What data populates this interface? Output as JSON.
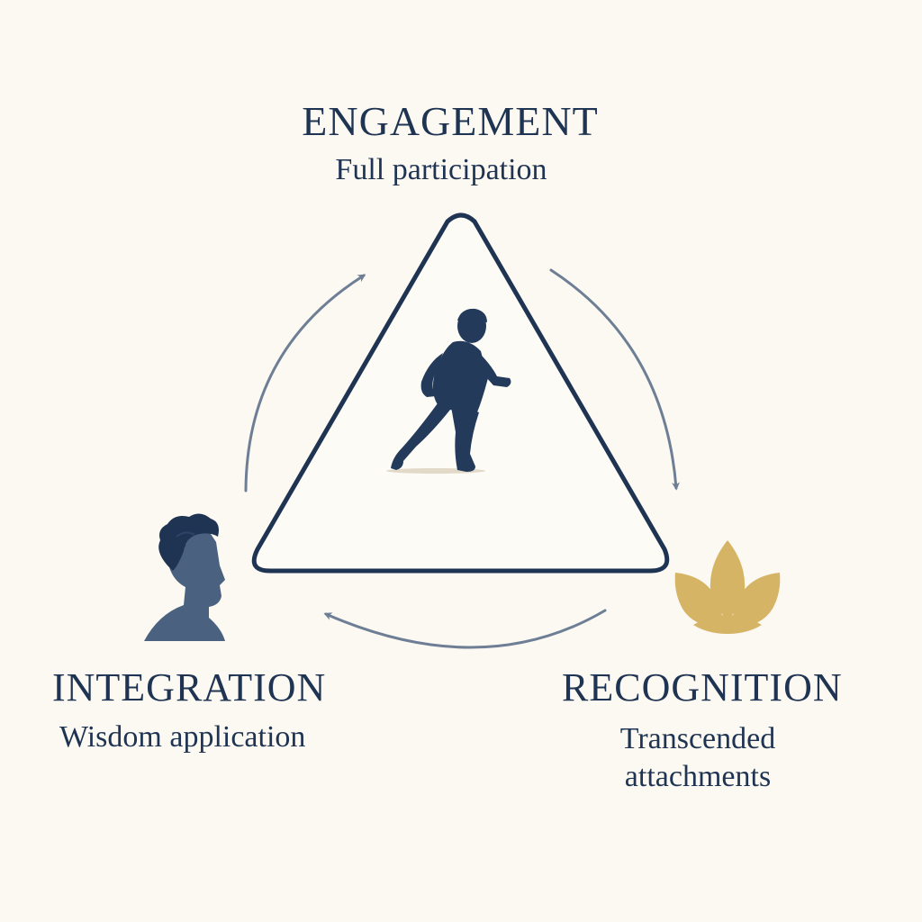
{
  "diagram": {
    "colors": {
      "background": "#fcf9f3",
      "ink": "#1f3452",
      "arrow": "#6e7f95",
      "figure": "#233a5a",
      "head": "#4a6280",
      "lotus": "#d6b466"
    },
    "engagement": {
      "title": "ENGAGEMENT",
      "subtitle": "Full participation",
      "icon": "walking-figure-icon"
    },
    "integration": {
      "title": "INTEGRATION",
      "subtitle": "Wisdom application",
      "icon": "classical-head-profile-icon"
    },
    "recognition": {
      "title": "RECOGNITION",
      "subtitle_lines": [
        "Transcended",
        "attachments"
      ],
      "icon": "lotus-icon"
    }
  }
}
